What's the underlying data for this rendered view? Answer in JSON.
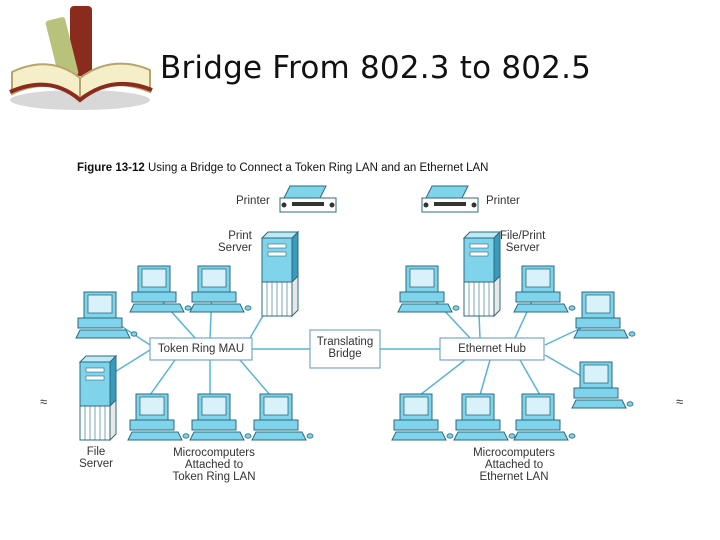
{
  "slide": {
    "title": "Bridge From 802.3 to 802.5"
  },
  "figure": {
    "caption_number": "Figure 13-12",
    "caption_text": "Using a Bridge to Connect a Token Ring LAN and an Ethernet LAN"
  },
  "labels": {
    "printer_left": "Printer",
    "printer_right": "Printer",
    "print_server": "Print\nServer",
    "file_print_server": "File/Print\nServer",
    "token_ring_mau": "Token Ring MAU",
    "translating_bridge": "Translating\nBridge",
    "ethernet_hub": "Ethernet Hub",
    "file_server": "File\nServer",
    "micro_token": "Microcomputers\nAttached to\nToken Ring LAN",
    "micro_ethernet": "Microcomputers\nAttached to\nEthernet LAN"
  },
  "edge_marks": {
    "left": "≈",
    "right": "≈"
  },
  "colors": {
    "device_fill": "#7fd3ea",
    "device_dark": "#3a9bbd",
    "line": "#5ab4d6",
    "box_border": "#7aa7c0"
  }
}
